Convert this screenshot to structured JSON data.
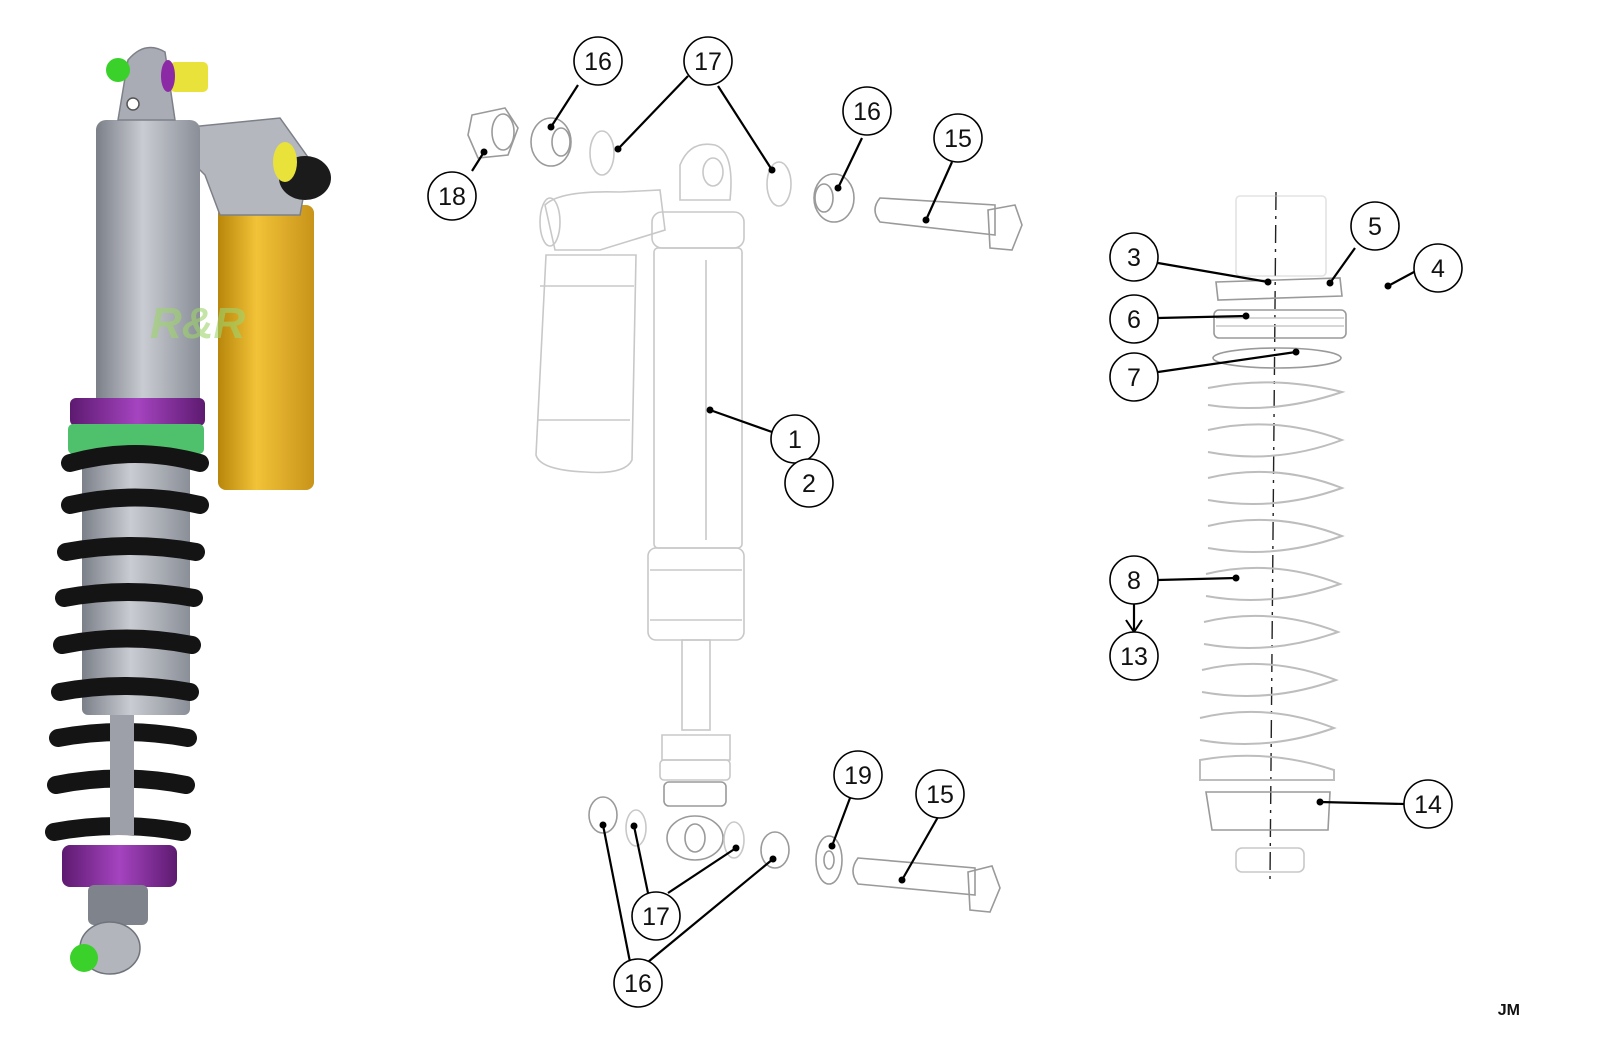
{
  "signature": "JM",
  "logo_text": "R&R",
  "callouts": [
    {
      "id": "c16a",
      "label": "16"
    },
    {
      "id": "c17a",
      "label": "17"
    },
    {
      "id": "c18",
      "label": "18"
    },
    {
      "id": "c16b",
      "label": "16"
    },
    {
      "id": "c15a",
      "label": "15"
    },
    {
      "id": "c1",
      "label": "1"
    },
    {
      "id": "c2",
      "label": "2"
    },
    {
      "id": "c19",
      "label": "19"
    },
    {
      "id": "c15b",
      "label": "15"
    },
    {
      "id": "c17b",
      "label": "17"
    },
    {
      "id": "c16c",
      "label": "16"
    },
    {
      "id": "c3",
      "label": "3"
    },
    {
      "id": "c5",
      "label": "5"
    },
    {
      "id": "c4",
      "label": "4"
    },
    {
      "id": "c6",
      "label": "6"
    },
    {
      "id": "c7",
      "label": "7"
    },
    {
      "id": "c8",
      "label": "8"
    },
    {
      "id": "c13",
      "label": "13"
    },
    {
      "id": "c14",
      "label": "14"
    }
  ],
  "colors": {
    "body_gray": "#a9acb4",
    "reservoir_gold": "#e2ad24",
    "spring_black": "#141414",
    "collar_purple": "#8b2aa4",
    "ring_green": "#4fc06b",
    "nut_green": "#39d12a",
    "nut_yellow": "#e8e23a"
  }
}
